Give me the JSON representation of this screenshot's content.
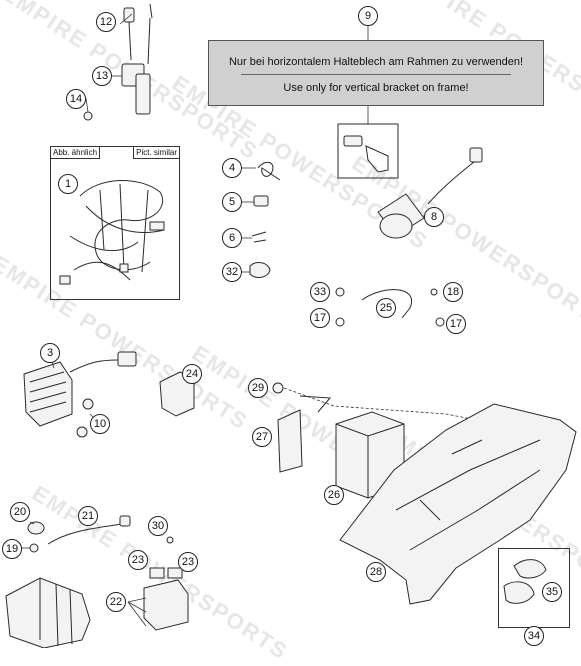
{
  "watermark": {
    "text": "EMPIRE POWERSPORTS"
  },
  "note": {
    "german": "Nur bei horizontalem Halteblech am Rahmen zu verwenden!",
    "english": "Use only for vertical bracket on frame!"
  },
  "inset": {
    "left_tag": "Abb. ähnlich",
    "right_tag": "Pict. similar"
  },
  "callouts": [
    {
      "id": "1",
      "label": "1"
    },
    {
      "id": "3",
      "label": "3"
    },
    {
      "id": "4",
      "label": "4"
    },
    {
      "id": "5",
      "label": "5"
    },
    {
      "id": "6",
      "label": "6"
    },
    {
      "id": "8",
      "label": "8"
    },
    {
      "id": "9",
      "label": "9"
    },
    {
      "id": "10",
      "label": "10"
    },
    {
      "id": "12",
      "label": "12"
    },
    {
      "id": "13",
      "label": "13"
    },
    {
      "id": "14",
      "label": "14"
    },
    {
      "id": "17a",
      "label": "17"
    },
    {
      "id": "17b",
      "label": "17"
    },
    {
      "id": "18",
      "label": "18"
    },
    {
      "id": "19",
      "label": "19"
    },
    {
      "id": "20",
      "label": "20"
    },
    {
      "id": "21",
      "label": "21"
    },
    {
      "id": "22",
      "label": "22"
    },
    {
      "id": "23a",
      "label": "23"
    },
    {
      "id": "23b",
      "label": "23"
    },
    {
      "id": "24",
      "label": "24"
    },
    {
      "id": "25",
      "label": "25"
    },
    {
      "id": "26",
      "label": "26"
    },
    {
      "id": "27",
      "label": "27"
    },
    {
      "id": "28",
      "label": "28"
    },
    {
      "id": "29",
      "label": "29"
    },
    {
      "id": "30",
      "label": "30"
    },
    {
      "id": "32",
      "label": "32"
    },
    {
      "id": "33",
      "label": "33"
    },
    {
      "id": "34",
      "label": "34"
    },
    {
      "id": "35",
      "label": "35"
    }
  ]
}
